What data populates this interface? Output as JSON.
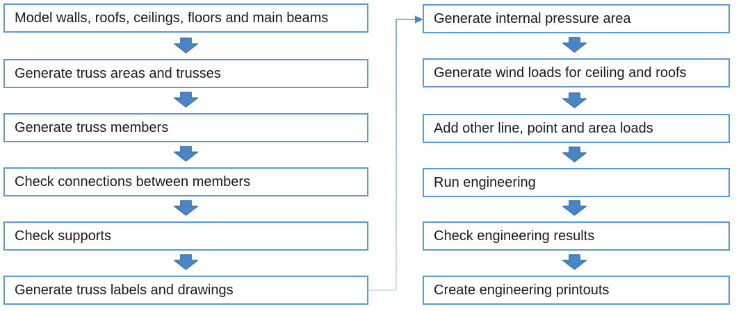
{
  "flow": {
    "left": [
      "Model walls, roofs, ceilings, floors and main beams",
      "Generate truss areas and trusses",
      "Generate truss members",
      "Check connections between members",
      "Check supports",
      "Generate truss labels and drawings"
    ],
    "right": [
      "Generate internal pressure area",
      "Generate wind loads for ceiling and roofs",
      "Add other line, point and area loads",
      "Run engineering",
      "Check engineering results",
      "Create engineering printouts"
    ],
    "connector": {
      "from_step": "Generate truss labels and drawings",
      "to_step": "Generate internal pressure area"
    },
    "icons": {
      "between_steps": "down-arrow-icon",
      "connector_end": "arrowhead-right-icon"
    }
  },
  "theme": {
    "box_border": "#5B9BD5",
    "box_fill": "#FFFFFF",
    "text_color": "#1A1A1A",
    "arrow_fill": "#4A85C6",
    "arrow_stroke": "#3D6FA8",
    "connector_color": "#5B9BD5",
    "connector_light": "#C4D9EF",
    "connector_arrow": "#4487CB",
    "background": "#FFFFFF"
  }
}
